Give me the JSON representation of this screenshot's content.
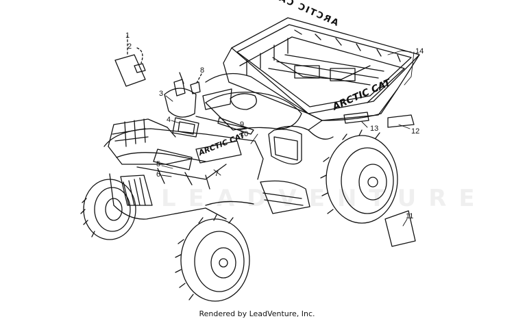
{
  "diagram": {
    "callouts": [
      {
        "id": "1",
        "label": "1"
      },
      {
        "id": "2",
        "label": "2"
      },
      {
        "id": "3",
        "label": "3"
      },
      {
        "id": "4",
        "label": "4"
      },
      {
        "id": "5",
        "label": "5"
      },
      {
        "id": "6",
        "label": "6"
      },
      {
        "id": "7",
        "label": "7"
      },
      {
        "id": "8",
        "label": "8"
      },
      {
        "id": "9",
        "label": "9"
      },
      {
        "id": "10",
        "label": "10"
      },
      {
        "id": "11",
        "label": "11"
      },
      {
        "id": "12",
        "label": "12"
      },
      {
        "id": "13",
        "label": "13"
      },
      {
        "id": "14",
        "label": "14"
      }
    ],
    "decals": {
      "rack_rear": "ARCTIC CAT",
      "rear_fender": "ARCTIC CAT",
      "front_side": "ARCTIC CAT"
    },
    "watermark": "LEADVENTURE",
    "footer": "Rendered by LeadVenture, Inc."
  }
}
